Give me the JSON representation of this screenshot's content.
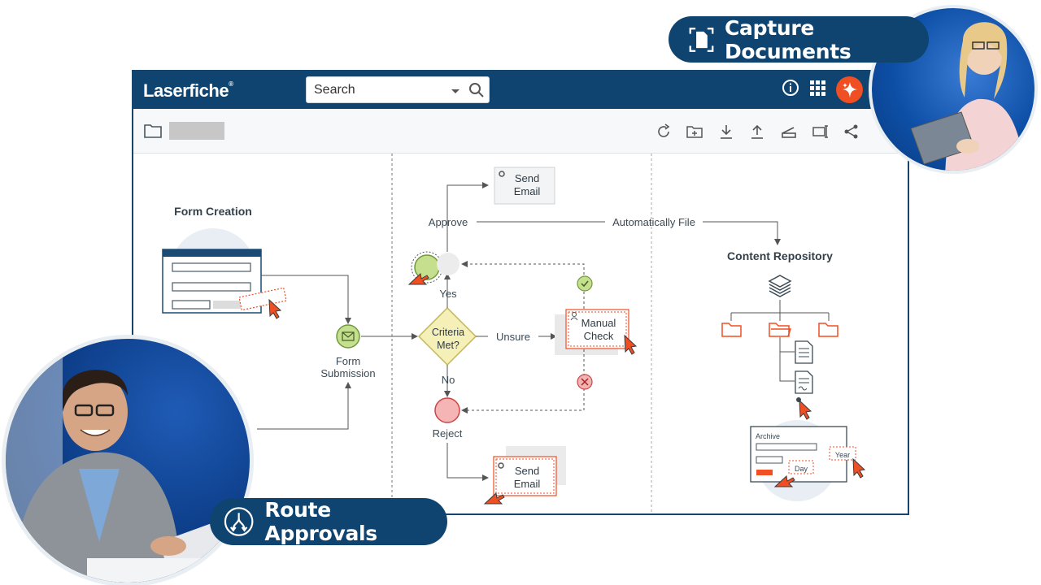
{
  "app": {
    "logo": "Laserfiche"
  },
  "search": {
    "placeholder": "Search"
  },
  "toolbar": {
    "icons": [
      "folder-icon",
      "refresh-icon",
      "new-folder-icon",
      "download-icon",
      "upload-icon",
      "scan-icon",
      "present-icon",
      "share-icon"
    ]
  },
  "workflow": {
    "form_creation": "Form Creation",
    "form_submission": "Form Submission",
    "approve": "Approve",
    "automatically_file": "Automatically File",
    "send_email_top": "Send Email",
    "yes": "Yes",
    "criteria_met": "Criteria Met?",
    "unsure": "Unsure",
    "manual_check": "Manual Check",
    "no": "No",
    "reject": "Reject",
    "send_email_bottom": "Send Email",
    "content_repository": "Content Repository",
    "archive": "Archive",
    "year": "Year",
    "day": "Day"
  },
  "badges": {
    "capture_documents": "Capture Documents",
    "route_approvals": "Route Approvals"
  },
  "colors": {
    "navy": "#0f4470",
    "accent_orange": "#f04e23",
    "green": "#c6df8e",
    "red": "#f2b3b3",
    "diamond": "#f5efb8"
  }
}
